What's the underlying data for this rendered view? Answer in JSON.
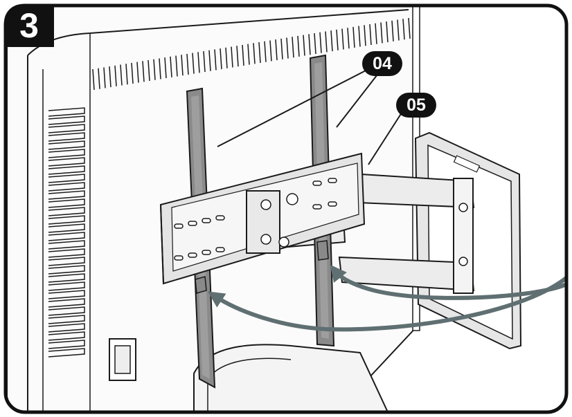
{
  "step": {
    "number": "3"
  },
  "callouts": [
    {
      "id": "04",
      "label": "04"
    },
    {
      "id": "05",
      "label": "05"
    }
  ],
  "colors": {
    "outline": "#1a1a1a",
    "panel_fill": "#ffffff",
    "bracket_fill": "#d8d8d8",
    "rail_fill": "#8a8a8a",
    "arrow": "#5f6f72",
    "shade": "#ededed"
  },
  "icons": [
    "tv-back-panel",
    "vertical-rail",
    "wall-plate",
    "swing-arm",
    "direction-arrow"
  ]
}
